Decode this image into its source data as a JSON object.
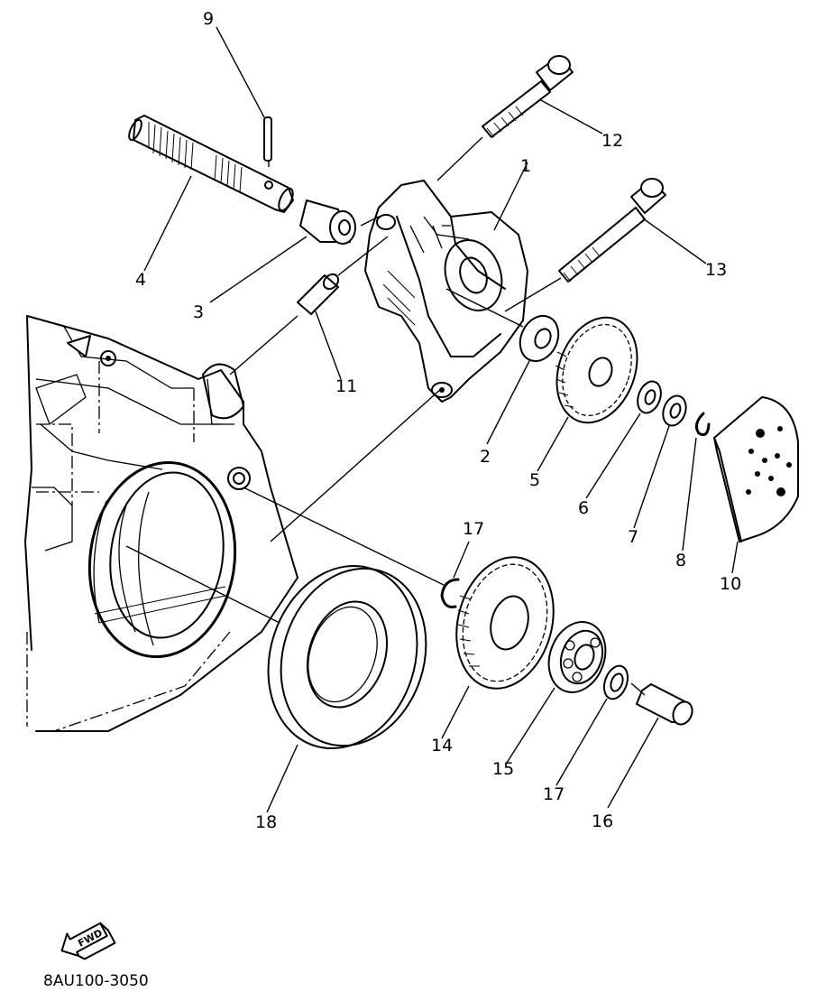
{
  "diagram": {
    "code": "8AU100-3050",
    "direction_label": "FWD",
    "labels": {
      "1": "1",
      "2": "2",
      "3": "3",
      "4": "4",
      "5": "5",
      "6": "6",
      "7": "7",
      "8": "8",
      "9": "9",
      "10": "10",
      "11": "11",
      "12": "12",
      "13": "13",
      "14": "14",
      "15": "15",
      "16": "16",
      "17a": "17",
      "17b": "17",
      "18": "18"
    }
  }
}
